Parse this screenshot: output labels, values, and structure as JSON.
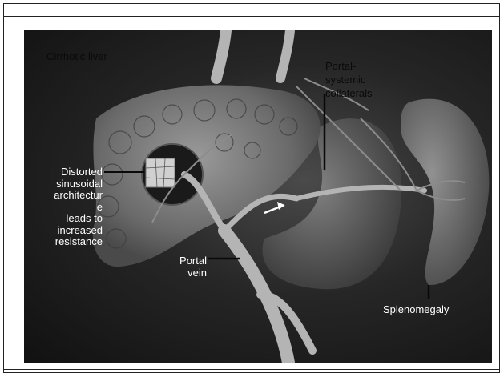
{
  "figure": {
    "labels": {
      "cirrhotic_liver": "Cirrhotic liver",
      "portal_systemic_collaterals": [
        "Portal-",
        "systemic",
        "collaterals"
      ],
      "distorted_architecture": [
        "Distorted",
        "sinusoidal",
        "architectur",
        "e",
        "leads to",
        "increased",
        "resistance"
      ],
      "portal_vein": [
        "Portal",
        "vein"
      ],
      "splenomegaly": "Splenomegaly"
    }
  }
}
